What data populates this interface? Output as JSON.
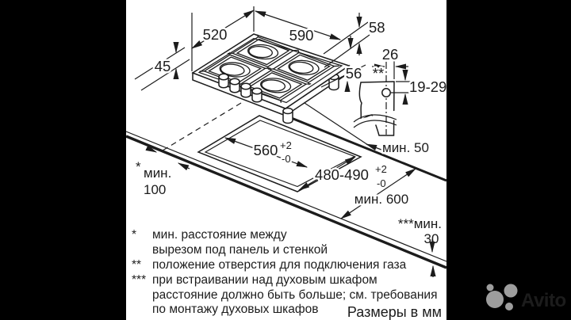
{
  "colors": {
    "background": "#000000",
    "panel": "#ffffff",
    "line": "#1c1c1c",
    "burner_fill": "#c9c9c9",
    "watermark": "#9d9d9d"
  },
  "dims": {
    "d520": "520",
    "d590": "590",
    "d58": "58",
    "d45": "45",
    "d56": "56",
    "d26": "26",
    "d19_29": "19-29",
    "d560": "560",
    "d480_490": "480-490",
    "tol_plus": "+2",
    "tol_minus": "-0",
    "min50": "мин. 50",
    "min100_star": "*",
    "min100_label": "мин.",
    "min100_value": "100",
    "min600": "мин. 600",
    "min30_label": "***мин.",
    "min30_value": "30",
    "gas_hole_marker": "**"
  },
  "footnotes": {
    "m1": "*",
    "t1a": "мин. расстояние между",
    "t1b": "вырезом под панель и стенкой",
    "m2": "**",
    "t2a": "положение отверстия для подключения газа",
    "m3": "***",
    "t3a": "при встраивании над духовым шкафом",
    "t3b": "расстояние должно быть больше; см. требования",
    "t3c": "по монтажу духовых шкафов",
    "units": "Размеры в мм"
  },
  "watermark": {
    "brand": "Avito"
  }
}
